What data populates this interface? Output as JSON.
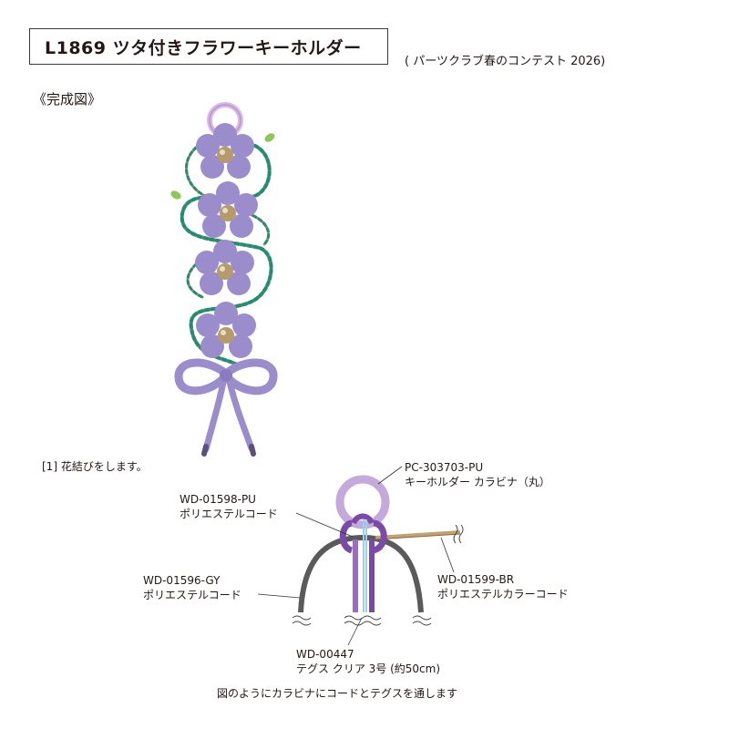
{
  "title": "L1869 ツタ付きフラワーキーホルダー",
  "contest": "( パーツクラブ春のコンテスト 2026)",
  "section_label": "《完成図》",
  "step1": "[1] 花結びをします。",
  "parts": {
    "carabiner": {
      "code": "PC-303703-PU",
      "name": "キーホルダー カラビナ（丸）"
    },
    "cord_pu": {
      "code": "WD-01598-PU",
      "name": "ポリエステルコード"
    },
    "cord_gy": {
      "code": "WD-01596-GY",
      "name": "ポリエステルコード"
    },
    "cord_br": {
      "code": "WD-01599-BR",
      "name": "ポリエステルカラーコード"
    },
    "tegusu": {
      "code": "WD-00447",
      "name": "テグス クリア 3号 (約50cm)"
    }
  },
  "caption": "図のようにカラビナにコードとテグスを通します",
  "colors": {
    "purple_light": "#9b8ccc",
    "purple_dark": "#7a4aa8",
    "gray_cord": "#5a5a5a",
    "brown_cord": "#c2a072",
    "teal_bead": "#1c8f7a",
    "leaf": "#8fc65a"
  }
}
